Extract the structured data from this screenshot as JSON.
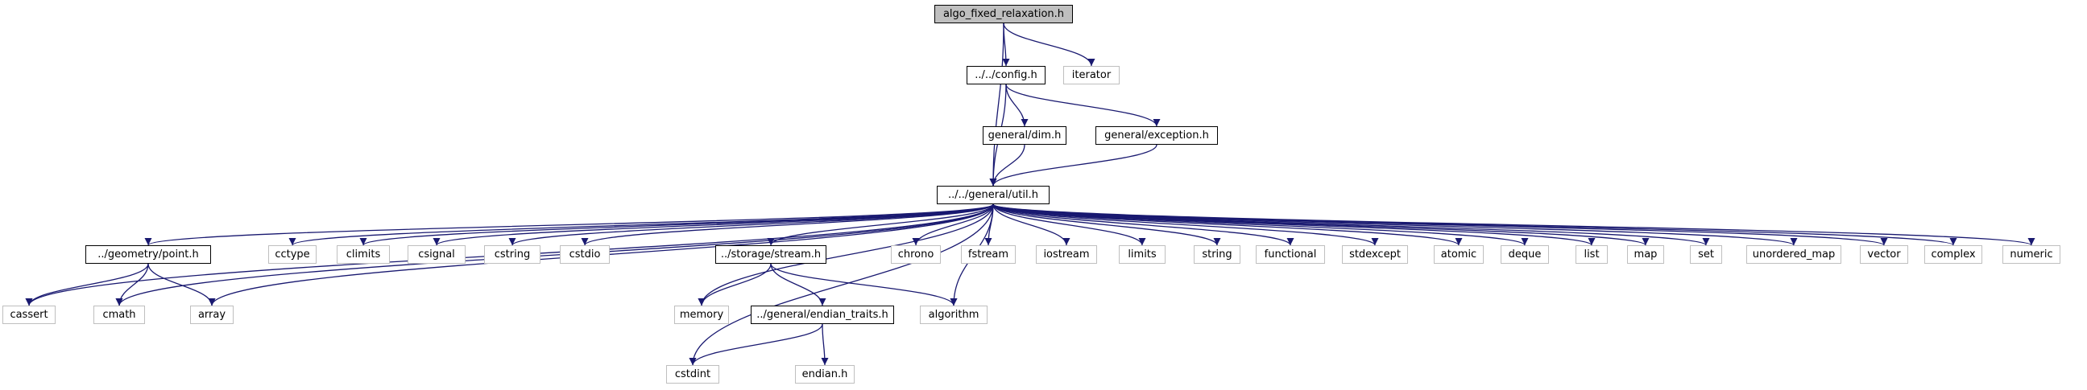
{
  "title": "algo_fixed_relaxation.h",
  "nodes": [
    {
      "id": "root",
      "label": "algo_fixed_relaxation.h",
      "kind": "root"
    },
    {
      "id": "config",
      "label": "../../config.h",
      "kind": "local"
    },
    {
      "id": "iterator",
      "label": "iterator",
      "kind": "system"
    },
    {
      "id": "dim",
      "label": "general/dim.h",
      "kind": "local"
    },
    {
      "id": "exception",
      "label": "general/exception.h",
      "kind": "local"
    },
    {
      "id": "util",
      "label": "../../general/util.h",
      "kind": "local"
    },
    {
      "id": "point",
      "label": "../geometry/point.h",
      "kind": "local"
    },
    {
      "id": "cctype",
      "label": "cctype",
      "kind": "system"
    },
    {
      "id": "climits",
      "label": "climits",
      "kind": "system"
    },
    {
      "id": "csignal",
      "label": "csignal",
      "kind": "system"
    },
    {
      "id": "cstring",
      "label": "cstring",
      "kind": "system"
    },
    {
      "id": "cstdio",
      "label": "cstdio",
      "kind": "system"
    },
    {
      "id": "stream",
      "label": "../storage/stream.h",
      "kind": "local"
    },
    {
      "id": "chrono",
      "label": "chrono",
      "kind": "system"
    },
    {
      "id": "fstream",
      "label": "fstream",
      "kind": "system"
    },
    {
      "id": "iostream",
      "label": "iostream",
      "kind": "system"
    },
    {
      "id": "limits",
      "label": "limits",
      "kind": "system"
    },
    {
      "id": "string",
      "label": "string",
      "kind": "system"
    },
    {
      "id": "functional",
      "label": "functional",
      "kind": "system"
    },
    {
      "id": "stdexcept",
      "label": "stdexcept",
      "kind": "system"
    },
    {
      "id": "atomic",
      "label": "atomic",
      "kind": "system"
    },
    {
      "id": "deque",
      "label": "deque",
      "kind": "system"
    },
    {
      "id": "list",
      "label": "list",
      "kind": "system"
    },
    {
      "id": "map",
      "label": "map",
      "kind": "system"
    },
    {
      "id": "set",
      "label": "set",
      "kind": "system"
    },
    {
      "id": "unordered_map",
      "label": "unordered_map",
      "kind": "system"
    },
    {
      "id": "vector",
      "label": "vector",
      "kind": "system"
    },
    {
      "id": "complex",
      "label": "complex",
      "kind": "system"
    },
    {
      "id": "numeric",
      "label": "numeric",
      "kind": "system"
    },
    {
      "id": "cassert",
      "label": "cassert",
      "kind": "system"
    },
    {
      "id": "cmath",
      "label": "cmath",
      "kind": "system"
    },
    {
      "id": "array",
      "label": "array",
      "kind": "system"
    },
    {
      "id": "memory",
      "label": "memory",
      "kind": "system"
    },
    {
      "id": "endian_traits",
      "label": "../general/endian_traits.h",
      "kind": "local"
    },
    {
      "id": "algorithm",
      "label": "algorithm",
      "kind": "system"
    },
    {
      "id": "cstdint",
      "label": "cstdint",
      "kind": "system"
    },
    {
      "id": "endian",
      "label": "endian.h",
      "kind": "system"
    }
  ],
  "edges": [
    [
      "root",
      "config"
    ],
    [
      "root",
      "iterator"
    ],
    [
      "root",
      "util"
    ],
    [
      "config",
      "dim"
    ],
    [
      "config",
      "exception"
    ],
    [
      "config",
      "util"
    ],
    [
      "dim",
      "util"
    ],
    [
      "exception",
      "util"
    ],
    [
      "util",
      "point"
    ],
    [
      "util",
      "cctype"
    ],
    [
      "util",
      "climits"
    ],
    [
      "util",
      "csignal"
    ],
    [
      "util",
      "cstring"
    ],
    [
      "util",
      "cstdio"
    ],
    [
      "util",
      "stream"
    ],
    [
      "util",
      "chrono"
    ],
    [
      "util",
      "fstream"
    ],
    [
      "util",
      "iostream"
    ],
    [
      "util",
      "limits"
    ],
    [
      "util",
      "string"
    ],
    [
      "util",
      "functional"
    ],
    [
      "util",
      "stdexcept"
    ],
    [
      "util",
      "atomic"
    ],
    [
      "util",
      "deque"
    ],
    [
      "util",
      "list"
    ],
    [
      "util",
      "map"
    ],
    [
      "util",
      "set"
    ],
    [
      "util",
      "unordered_map"
    ],
    [
      "util",
      "vector"
    ],
    [
      "util",
      "complex"
    ],
    [
      "util",
      "numeric"
    ],
    [
      "util",
      "cassert"
    ],
    [
      "util",
      "cmath"
    ],
    [
      "util",
      "array"
    ],
    [
      "util",
      "memory"
    ],
    [
      "util",
      "algorithm"
    ],
    [
      "util",
      "cstdint"
    ],
    [
      "point",
      "cassert"
    ],
    [
      "point",
      "cmath"
    ],
    [
      "point",
      "array"
    ],
    [
      "stream",
      "memory"
    ],
    [
      "stream",
      "endian_traits"
    ],
    [
      "stream",
      "algorithm"
    ],
    [
      "endian_traits",
      "cstdint"
    ],
    [
      "endian_traits",
      "endian"
    ]
  ],
  "colors": {
    "edge": "#191970",
    "system_border": "#bfbfbf",
    "local_border": "#000000",
    "root_fill": "#bfbfbf"
  }
}
